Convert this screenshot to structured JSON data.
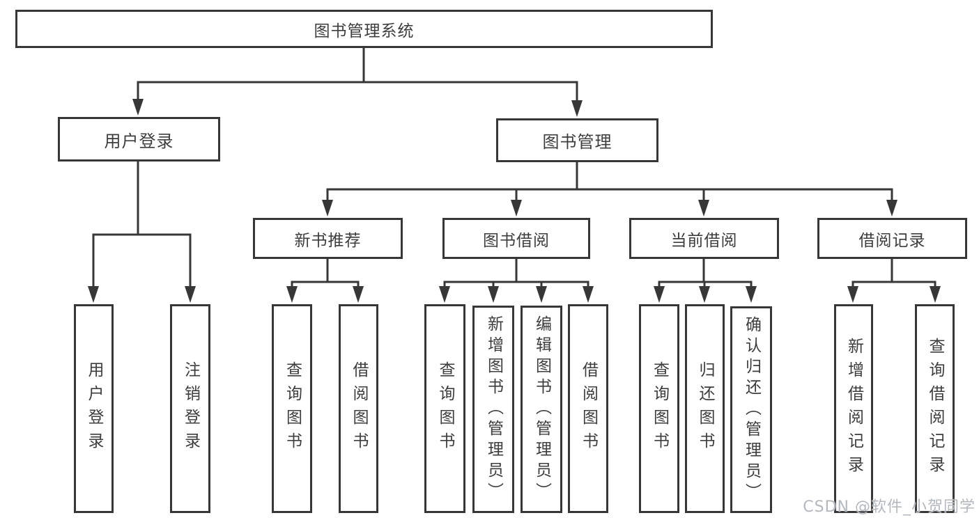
{
  "diagram_type": "hierarchy-tree",
  "tree": {
    "root": {
      "label": "图书管理系统",
      "children": [
        {
          "label": "用户登录",
          "children": [
            {
              "label": "用户登录"
            },
            {
              "label": "注销登录"
            }
          ]
        },
        {
          "label": "图书管理",
          "children": [
            {
              "label": "新书推荐",
              "children": [
                {
                  "label": "查询图书"
                },
                {
                  "label": "借阅图书"
                }
              ]
            },
            {
              "label": "图书借阅",
              "children": [
                {
                  "label": "查询图书"
                },
                {
                  "label": "新增图书（管理员）"
                },
                {
                  "label": "编辑图书（管理员）"
                },
                {
                  "label": "借阅图书"
                }
              ]
            },
            {
              "label": "当前借阅",
              "children": [
                {
                  "label": "查询图书"
                },
                {
                  "label": "归还图书"
                },
                {
                  "label": "确认归还（管理员）"
                }
              ]
            },
            {
              "label": "借阅记录",
              "children": [
                {
                  "label": "新增借阅记录"
                },
                {
                  "label": "查询借阅记录"
                }
              ]
            }
          ]
        }
      ]
    }
  },
  "watermark": {
    "text": "CSDN @软件_小贺同学",
    "color": "#b3b8be"
  },
  "colors": {
    "line": "#373737",
    "box_border": "#373737",
    "text": "#3d3d3d",
    "background": "#ffffff"
  }
}
